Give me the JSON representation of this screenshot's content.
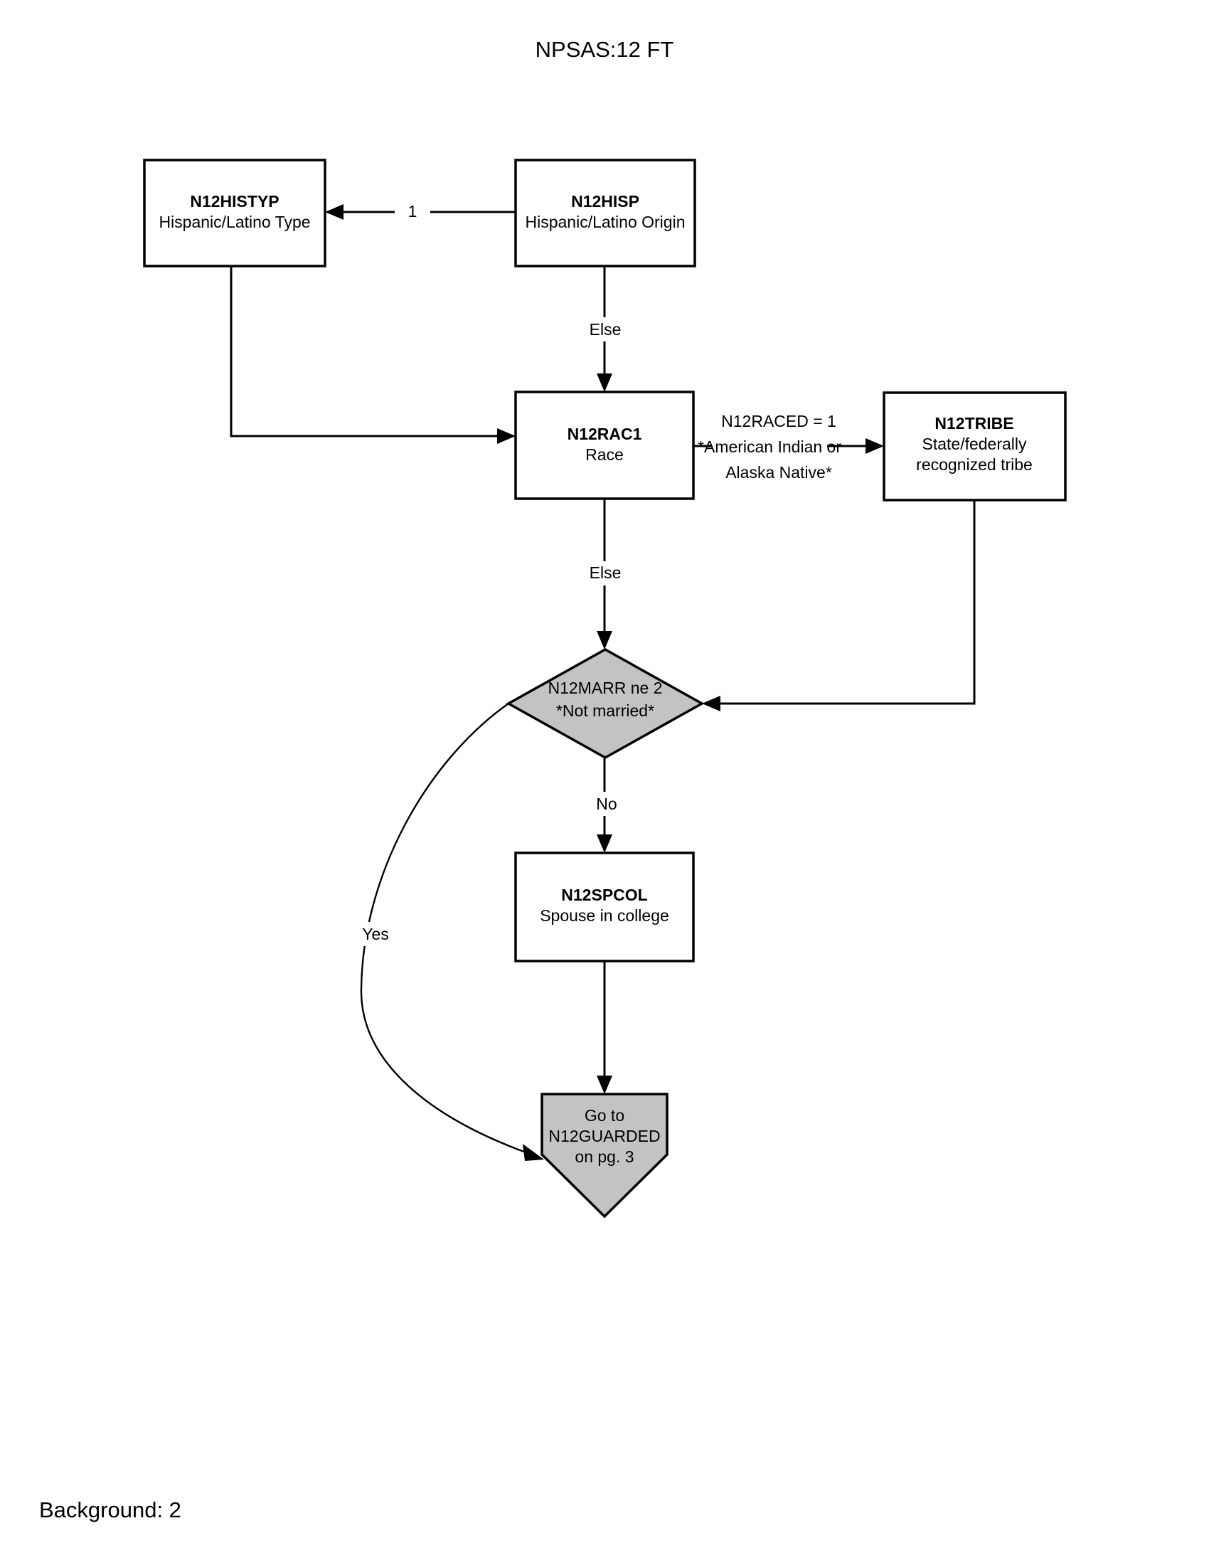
{
  "page": {
    "title": "NPSAS:12 FT",
    "footer": "Background: 2"
  },
  "nodes": {
    "histyp": {
      "id": "N12HISTYP",
      "label": "Hispanic/Latino Type",
      "shape": "process",
      "shaded": false
    },
    "hisp": {
      "id": "N12HISP",
      "label": "Hispanic/Latino Origin",
      "shape": "process",
      "shaded": false
    },
    "rac1": {
      "id": "N12RAC1",
      "label": "Race",
      "shape": "process",
      "shaded": false
    },
    "tribe": {
      "id": "N12TRIBE",
      "label_line1": "State/federally",
      "label_line2": "recognized tribe",
      "shape": "process",
      "shaded": false
    },
    "marr": {
      "line1": "N12MARR ne 2",
      "line2": "*Not married*",
      "shape": "decision",
      "shaded": true
    },
    "spcol": {
      "id": "N12SPCOL",
      "label": "Spouse in college",
      "shape": "process",
      "shaded": false
    },
    "goto": {
      "line1": "Go to",
      "line2": "N12GUARDED",
      "line3": "on pg. 3",
      "shape": "offpage",
      "shaded": true
    }
  },
  "edges": {
    "hisp_to_histyp": "1",
    "hisp_to_rac1": "Else",
    "rac1_to_tribe_line1": "N12RACED = 1",
    "rac1_to_tribe_line2": "*American Indian or",
    "rac1_to_tribe_line3": "Alaska Native*",
    "rac1_to_marr": "Else",
    "marr_no": "No",
    "marr_yes": "Yes"
  },
  "colors": {
    "shaded_fill": "#c3c3c3",
    "node_fill": "#ffffff",
    "stroke": "#000000",
    "background": "#ffffff"
  }
}
